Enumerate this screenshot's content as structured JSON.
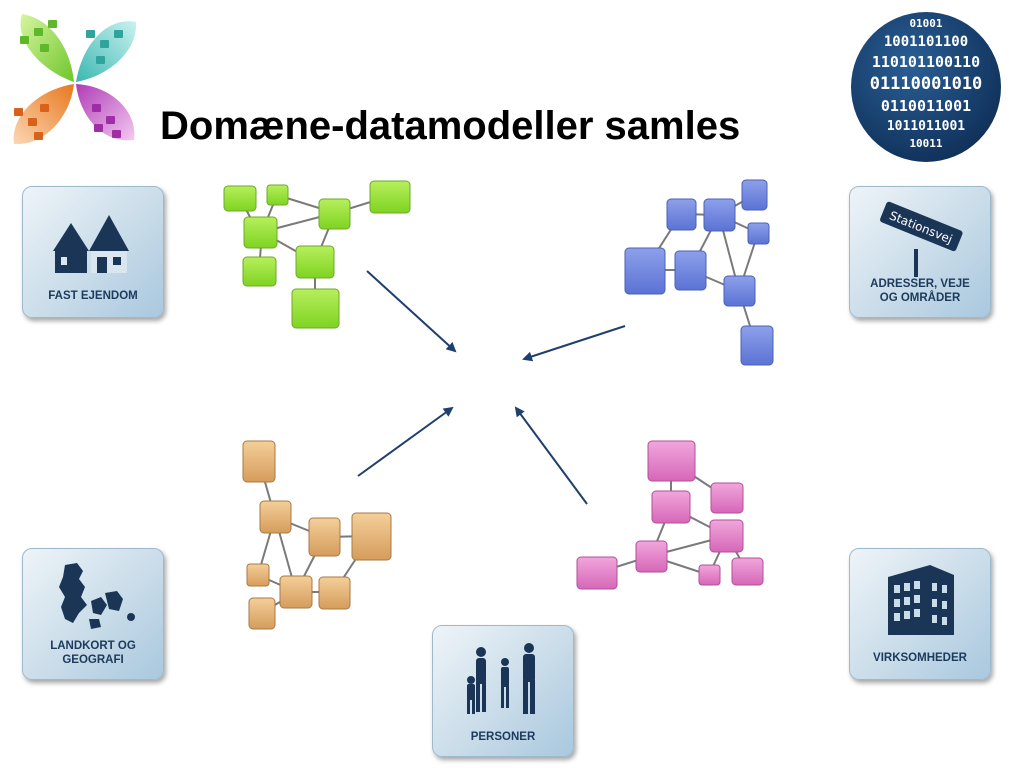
{
  "title": "Domæne-datamodeller samles",
  "tiles": {
    "fast_ejendom": "FAST EJENDOM",
    "adresser_line1": "ADRESSER, VEJE",
    "adresser_line2": "OG OMRÅDER",
    "stationsvej_sign": "Stationsvej",
    "landkort_line1": "LANDKORT OG",
    "landkort_line2": "GEOGRAFI",
    "personer": "PERSONER",
    "virksomheder": "VIRKSOMHEDER"
  },
  "globe": {
    "rows": [
      "01001",
      "1001101100",
      "110101100110",
      "01110001010",
      "0110011001",
      "1011011001",
      "10011"
    ]
  },
  "colors": {
    "green": "#8fdd2a",
    "blue": "#6f86dc",
    "brown": "#e3b07a",
    "pink": "#e27cc4",
    "arrow": "#1f3f6e",
    "tile_text": "#1c3a5c",
    "globe": "#12355f"
  }
}
